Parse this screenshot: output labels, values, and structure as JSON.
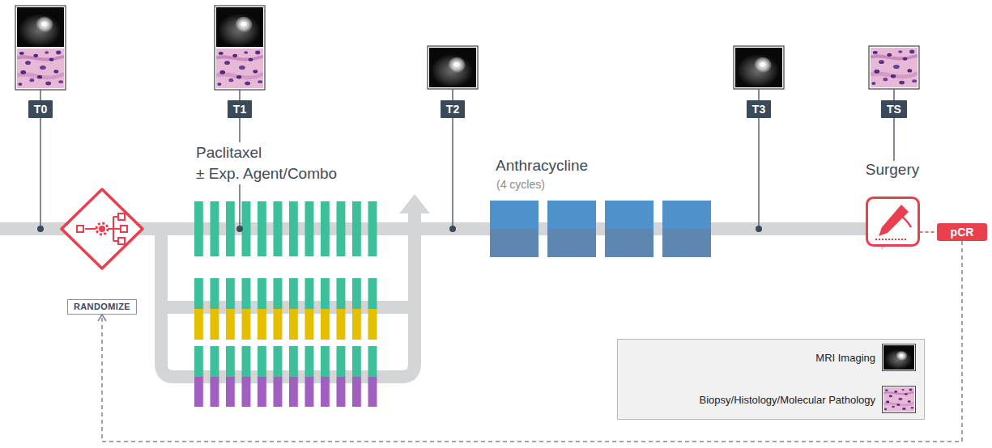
{
  "diagram": {
    "nodes": [
      {
        "text": [
          "T0"
        ]
      },
      {
        "text": [
          "T1"
        ]
      },
      {
        "text": [
          "T2"
        ]
      },
      {
        "text": [
          "T3"
        ]
      },
      {
        "text": [
          "TS"
        ]
      },
      {
        "text": [
          "RANDOMIZE"
        ]
      },
      {
        "text": [
          "Surgery"
        ]
      },
      {
        "text": [
          "pCR"
        ]
      }
    ],
    "edges": [
      {
        "from": 4,
        "to": 6,
        "arrow": "none"
      },
      {
        "from": 6,
        "to": 7,
        "arrow": "none"
      },
      {
        "from": 7,
        "to": 5,
        "arrow": "to"
      }
    ],
    "labels": [
      "Paclitaxel ± Exp. Agent/Combo",
      "Anthracycline",
      "(4 cycles)"
    ],
    "legend": [
      {
        "text": "MRI Imaging"
      },
      {
        "text": "Biopsy/Histology/Molecular Pathology"
      }
    ]
  }
}
